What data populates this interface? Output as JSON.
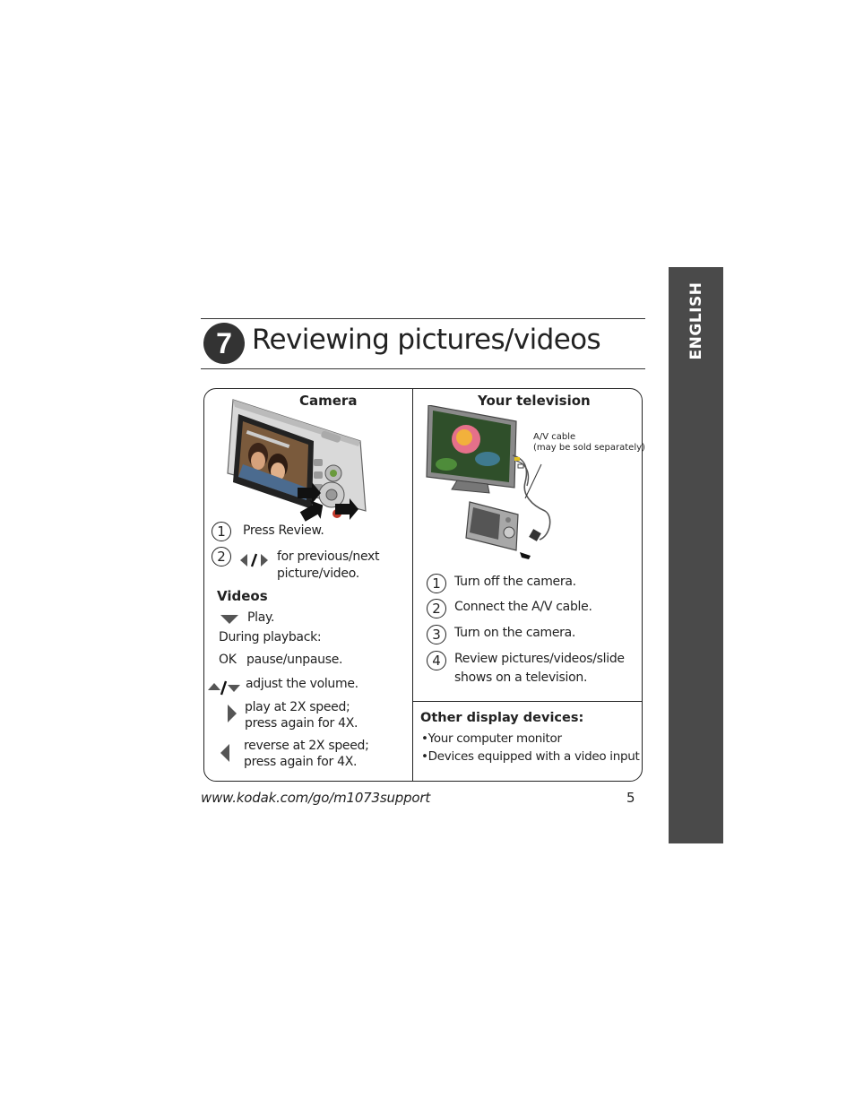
{
  "language_tab": {
    "label": "ENGLISH"
  },
  "section": {
    "number": "7",
    "title": "Reviewing pictures/videos"
  },
  "camera": {
    "header": "Camera",
    "steps": [
      {
        "number": "1",
        "text": "Press Review."
      },
      {
        "number": "2",
        "text_line1": "for previous/next",
        "text_line2": "picture/video."
      }
    ],
    "videos": {
      "header": "Videos",
      "play": "Play.",
      "during_playback": "During playback:",
      "ok_key": "OK",
      "ok_text": "pause/unpause.",
      "volume_text": "adjust the volume.",
      "forward_line1": "play at 2X speed;",
      "forward_line2": "press again for 4X.",
      "reverse_line1": "reverse at 2X speed;",
      "reverse_line2": "press again for 4X."
    }
  },
  "television": {
    "header": "Your television",
    "cable_label": "A/V cable",
    "cable_note": "(may be sold separately)",
    "steps": [
      {
        "number": "1",
        "text": "Turn off the camera."
      },
      {
        "number": "2",
        "text": "Connect the A/V cable."
      },
      {
        "number": "3",
        "text": "Turn on the camera."
      },
      {
        "number": "4",
        "text_line1": "Review pictures/videos/slide",
        "text_line2": "shows on a television."
      }
    ]
  },
  "other_devices": {
    "header": "Other display devices:",
    "items": [
      "•Your computer monitor",
      "•Devices equipped with a video input"
    ]
  },
  "footer": {
    "url": "www.kodak.com/go/m1073support",
    "page": "5"
  }
}
